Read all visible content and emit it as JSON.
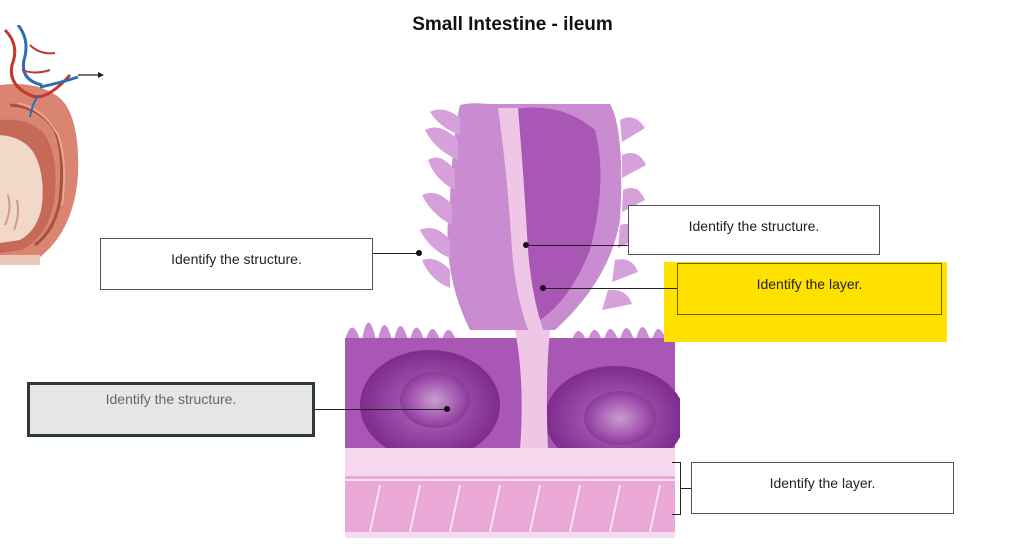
{
  "slide": {
    "title": "Small Intestine - ileum"
  },
  "labels": {
    "structure_left": "Identify the structure.",
    "structure_right": "Identify the structure.",
    "layer_highlighted": "Identify the layer.",
    "structure_selected": "Identify the structure.",
    "layer_bottom": "Identify the layer."
  },
  "colors": {
    "highlight": "#ffe100",
    "selected_border": "#2d3a40",
    "tissue_purple": "#a34fae",
    "tissue_pink": "#ecaad8"
  },
  "icons": {
    "intestine_illustration": "intestine-wall-icon",
    "histology_image": "ileum-micrograph"
  }
}
